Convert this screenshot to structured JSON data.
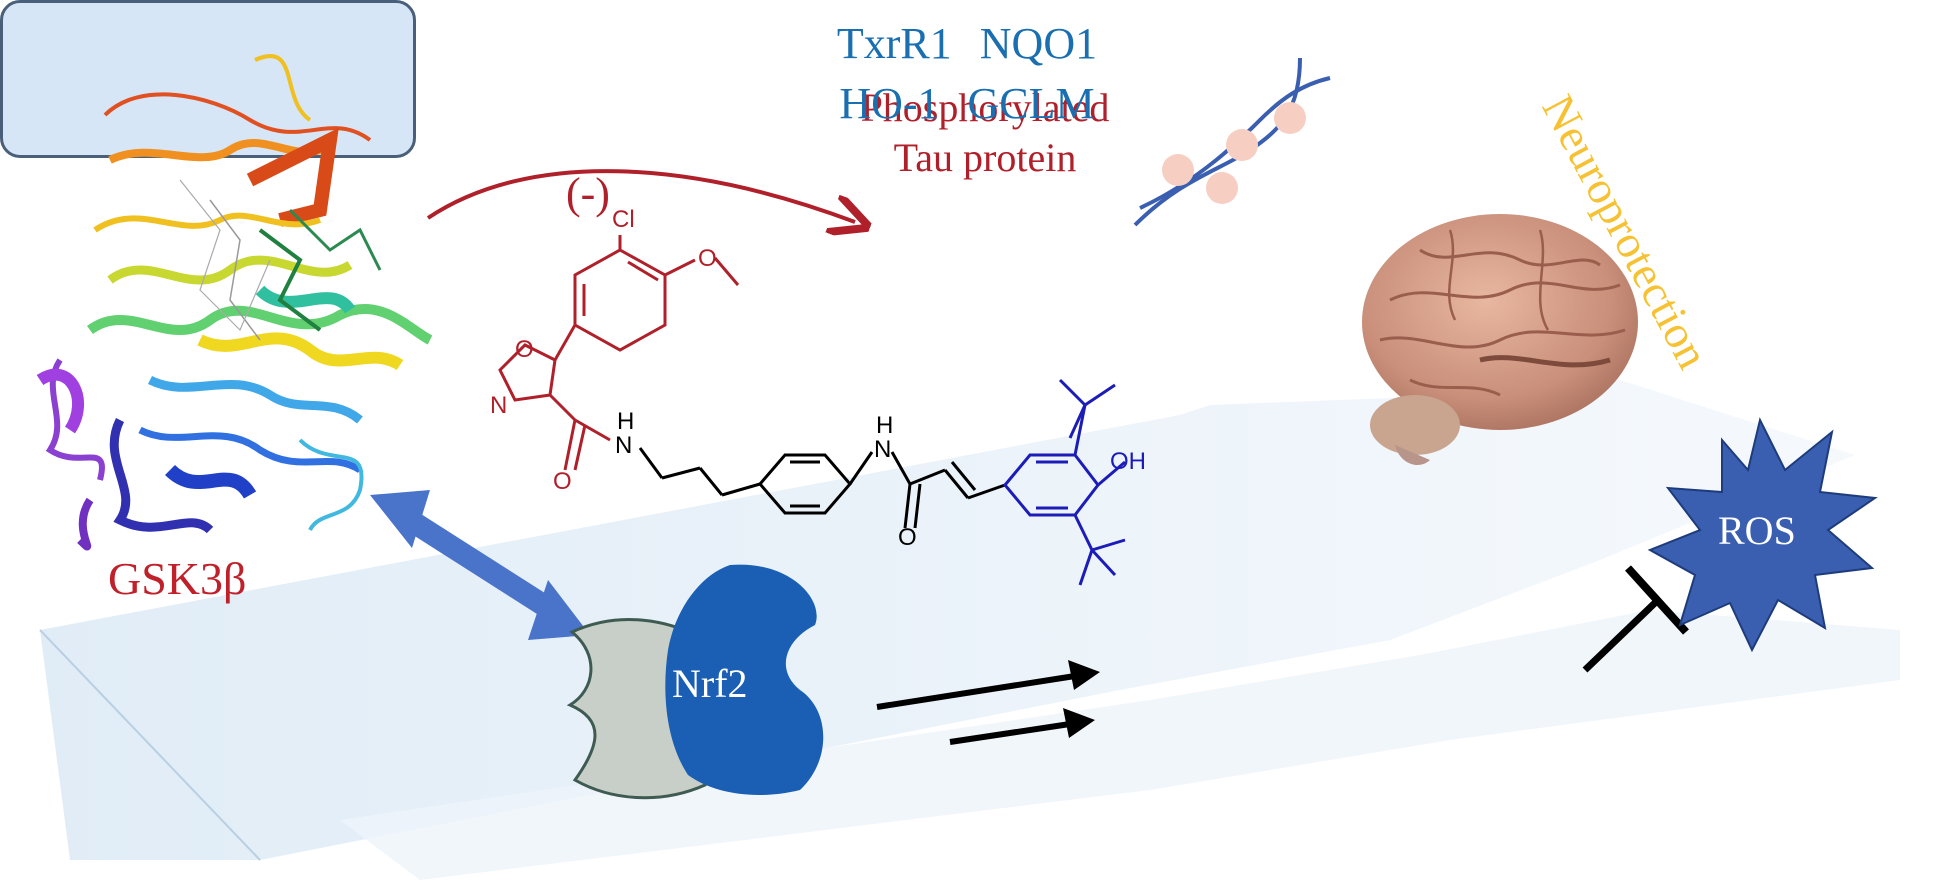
{
  "labels": {
    "tau_line1": "Phosphorylated",
    "tau_line2": "Tau protein",
    "inhibition": "(-)",
    "neuroprotection": "Neuroprotection",
    "target": "GSK3β",
    "nrf2": "Nrf2",
    "ros": "ROS"
  },
  "genes": [
    "TxrR1",
    "NQO1",
    "HO-1",
    "GCLM"
  ],
  "molecule_atoms": {
    "cl": "Cl",
    "o": "O",
    "n": "N",
    "h": "H",
    "oh": "OH"
  },
  "colors": {
    "inhibition_red": "#b0202a",
    "neuro_yellow": "#f6c233",
    "gene_blue": "#1a6fb0",
    "nrf2_blue": "#1a5fb4",
    "ros_blue": "#3a5fb0",
    "keap1_gray": "#c8cfc9"
  }
}
